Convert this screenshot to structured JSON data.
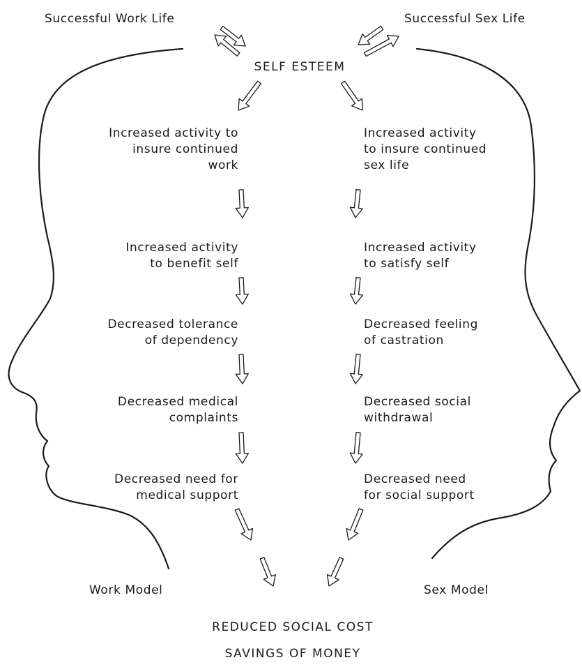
{
  "top": {
    "left_label": "Successful Work Life",
    "right_label": "Successful  Sex Life",
    "center_label": "SELF ESTEEM"
  },
  "work_model": {
    "steps": [
      "Increased activity to\ninsure continued\nwork",
      "Increased activity\nto benefit self",
      "Decreased tolerance\nof dependency",
      "Decreased medical\ncomplaints",
      "Decreased need for\nmedical support"
    ],
    "label": "Work  Model"
  },
  "sex_model": {
    "steps": [
      "Increased activity\nto insure continued\nsex life",
      "Increased activity\nto satisfy self",
      "Decreased feeling\nof castration",
      "Decreased social\nwithdrawal",
      "Decreased need\nfor social support"
    ],
    "label": "Sex Model"
  },
  "outcome": {
    "line1": "REDUCED SOCIAL COST",
    "line2": "SAVINGS OF MONEY"
  }
}
